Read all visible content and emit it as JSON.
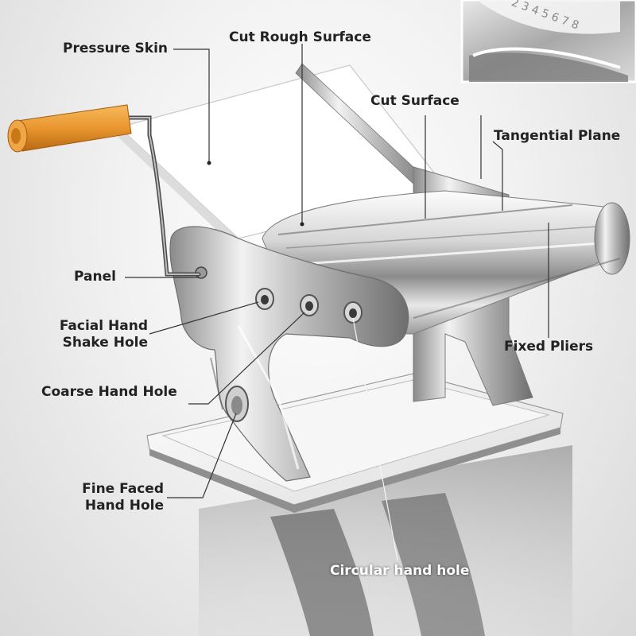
{
  "labels": {
    "pressure_skin": "Pressure Skin",
    "cut_rough_surface": "Cut Rough Surface",
    "cut_surface": "Cut Surface",
    "tangential_plane": "Tangential Plane",
    "panel": "Panel",
    "facial_hand_shake_hole": "Facial Hand\nShake Hole",
    "coarse_hand_hole": "Coarse Hand Hole",
    "fixed_pliers": "Fixed Pliers",
    "fine_faced_hand_hole": "Fine Faced\nHand Hole",
    "circular_hand_hole": "Circular hand hole"
  },
  "inset": {
    "dial_numbers": "2 3 4 5 6 7 8"
  },
  "colors": {
    "handle": "#e9962f",
    "steel_light": "#f4f4f4",
    "steel_mid": "#bdbdbd",
    "steel_dark": "#6f6f6f"
  }
}
